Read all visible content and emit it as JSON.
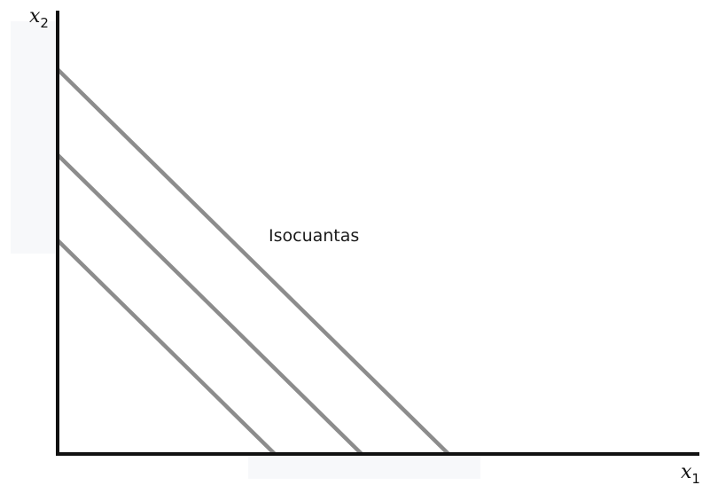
{
  "axes": {
    "x_label": "x",
    "x_subscript": "1",
    "y_label": "x",
    "y_subscript": "2"
  },
  "annotation": {
    "text": "Isocuantas"
  },
  "isoquants": [
    {
      "y_intercept": 1,
      "x_intercept": 1
    },
    {
      "y_intercept": 1.4,
      "x_intercept": 1.4
    },
    {
      "y_intercept": 1.8,
      "x_intercept": 1.8
    }
  ],
  "colors": {
    "axes": "#111111",
    "isoquant": "#8c8c8c"
  }
}
